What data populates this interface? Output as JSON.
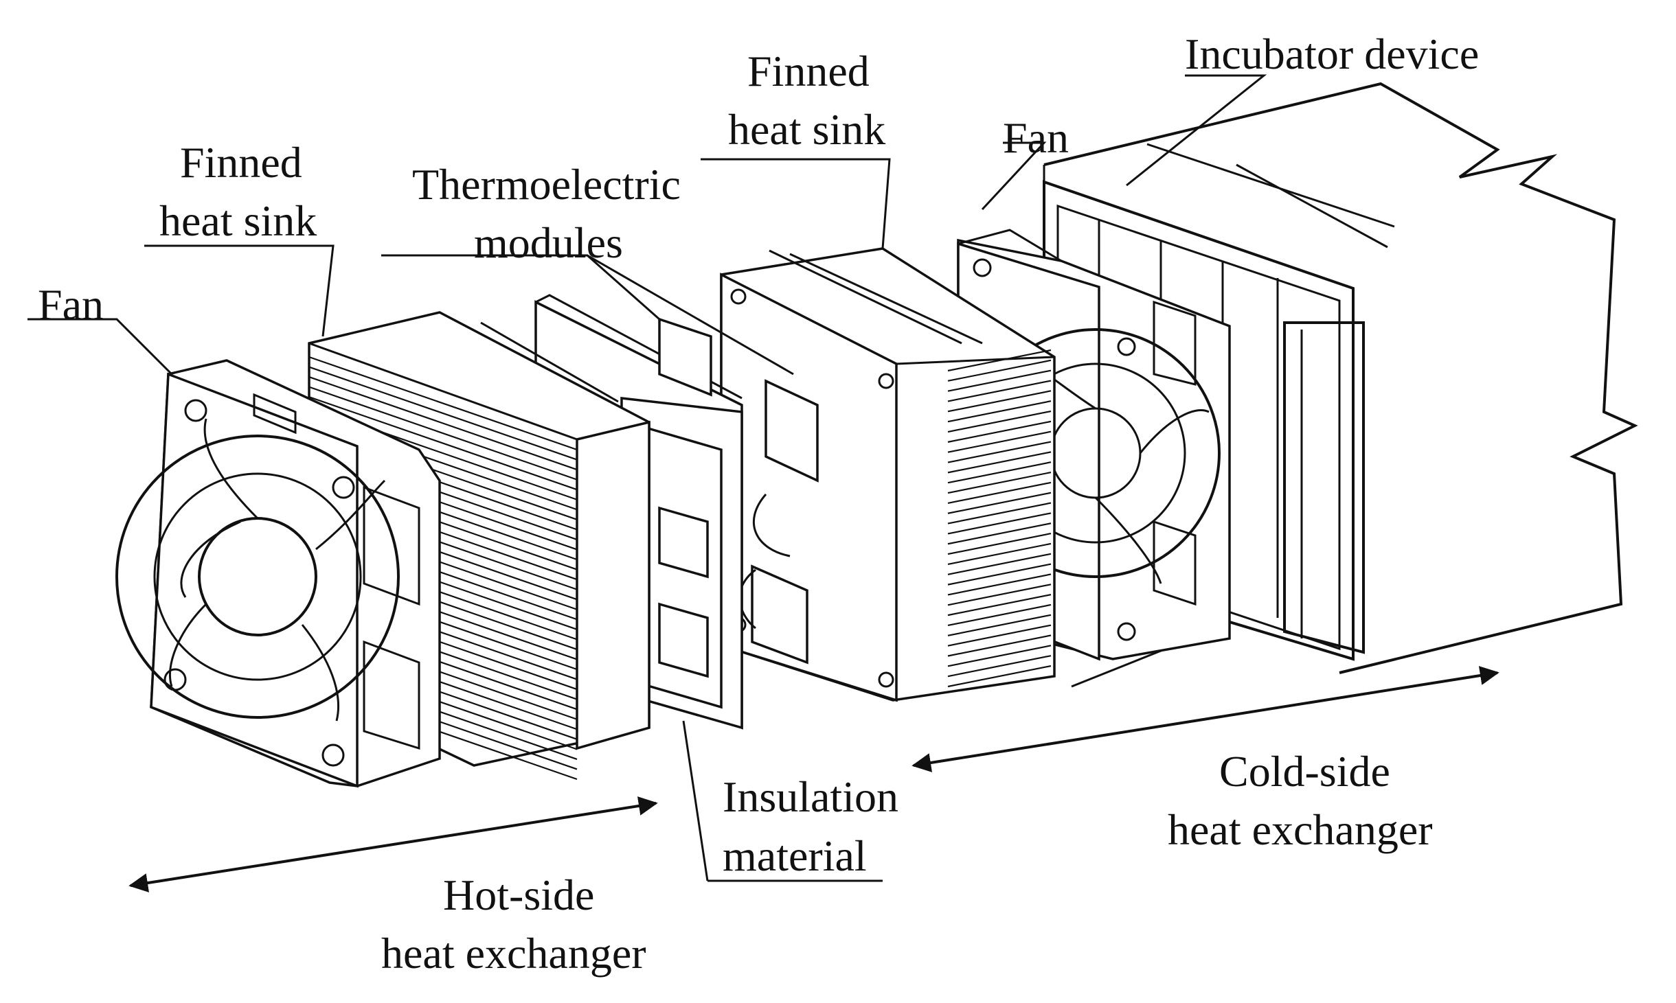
{
  "labels": {
    "fan_left": "Fan",
    "finned_left_1": "Finned",
    "finned_left_2": "heat sink",
    "thermo_1": "Thermoelectric",
    "thermo_2": "modules",
    "finned_right_1": "Finned",
    "finned_right_2": "heat sink",
    "fan_right": "Fan",
    "incubator": "Incubator device",
    "insulation_1": "Insulation",
    "insulation_2": "material",
    "hot_1": "Hot-side",
    "hot_2": "heat exchanger",
    "cold_1": "Cold-side",
    "cold_2": "heat exchanger"
  },
  "colors": {
    "ink": "#111111",
    "paper": "#ffffff"
  }
}
